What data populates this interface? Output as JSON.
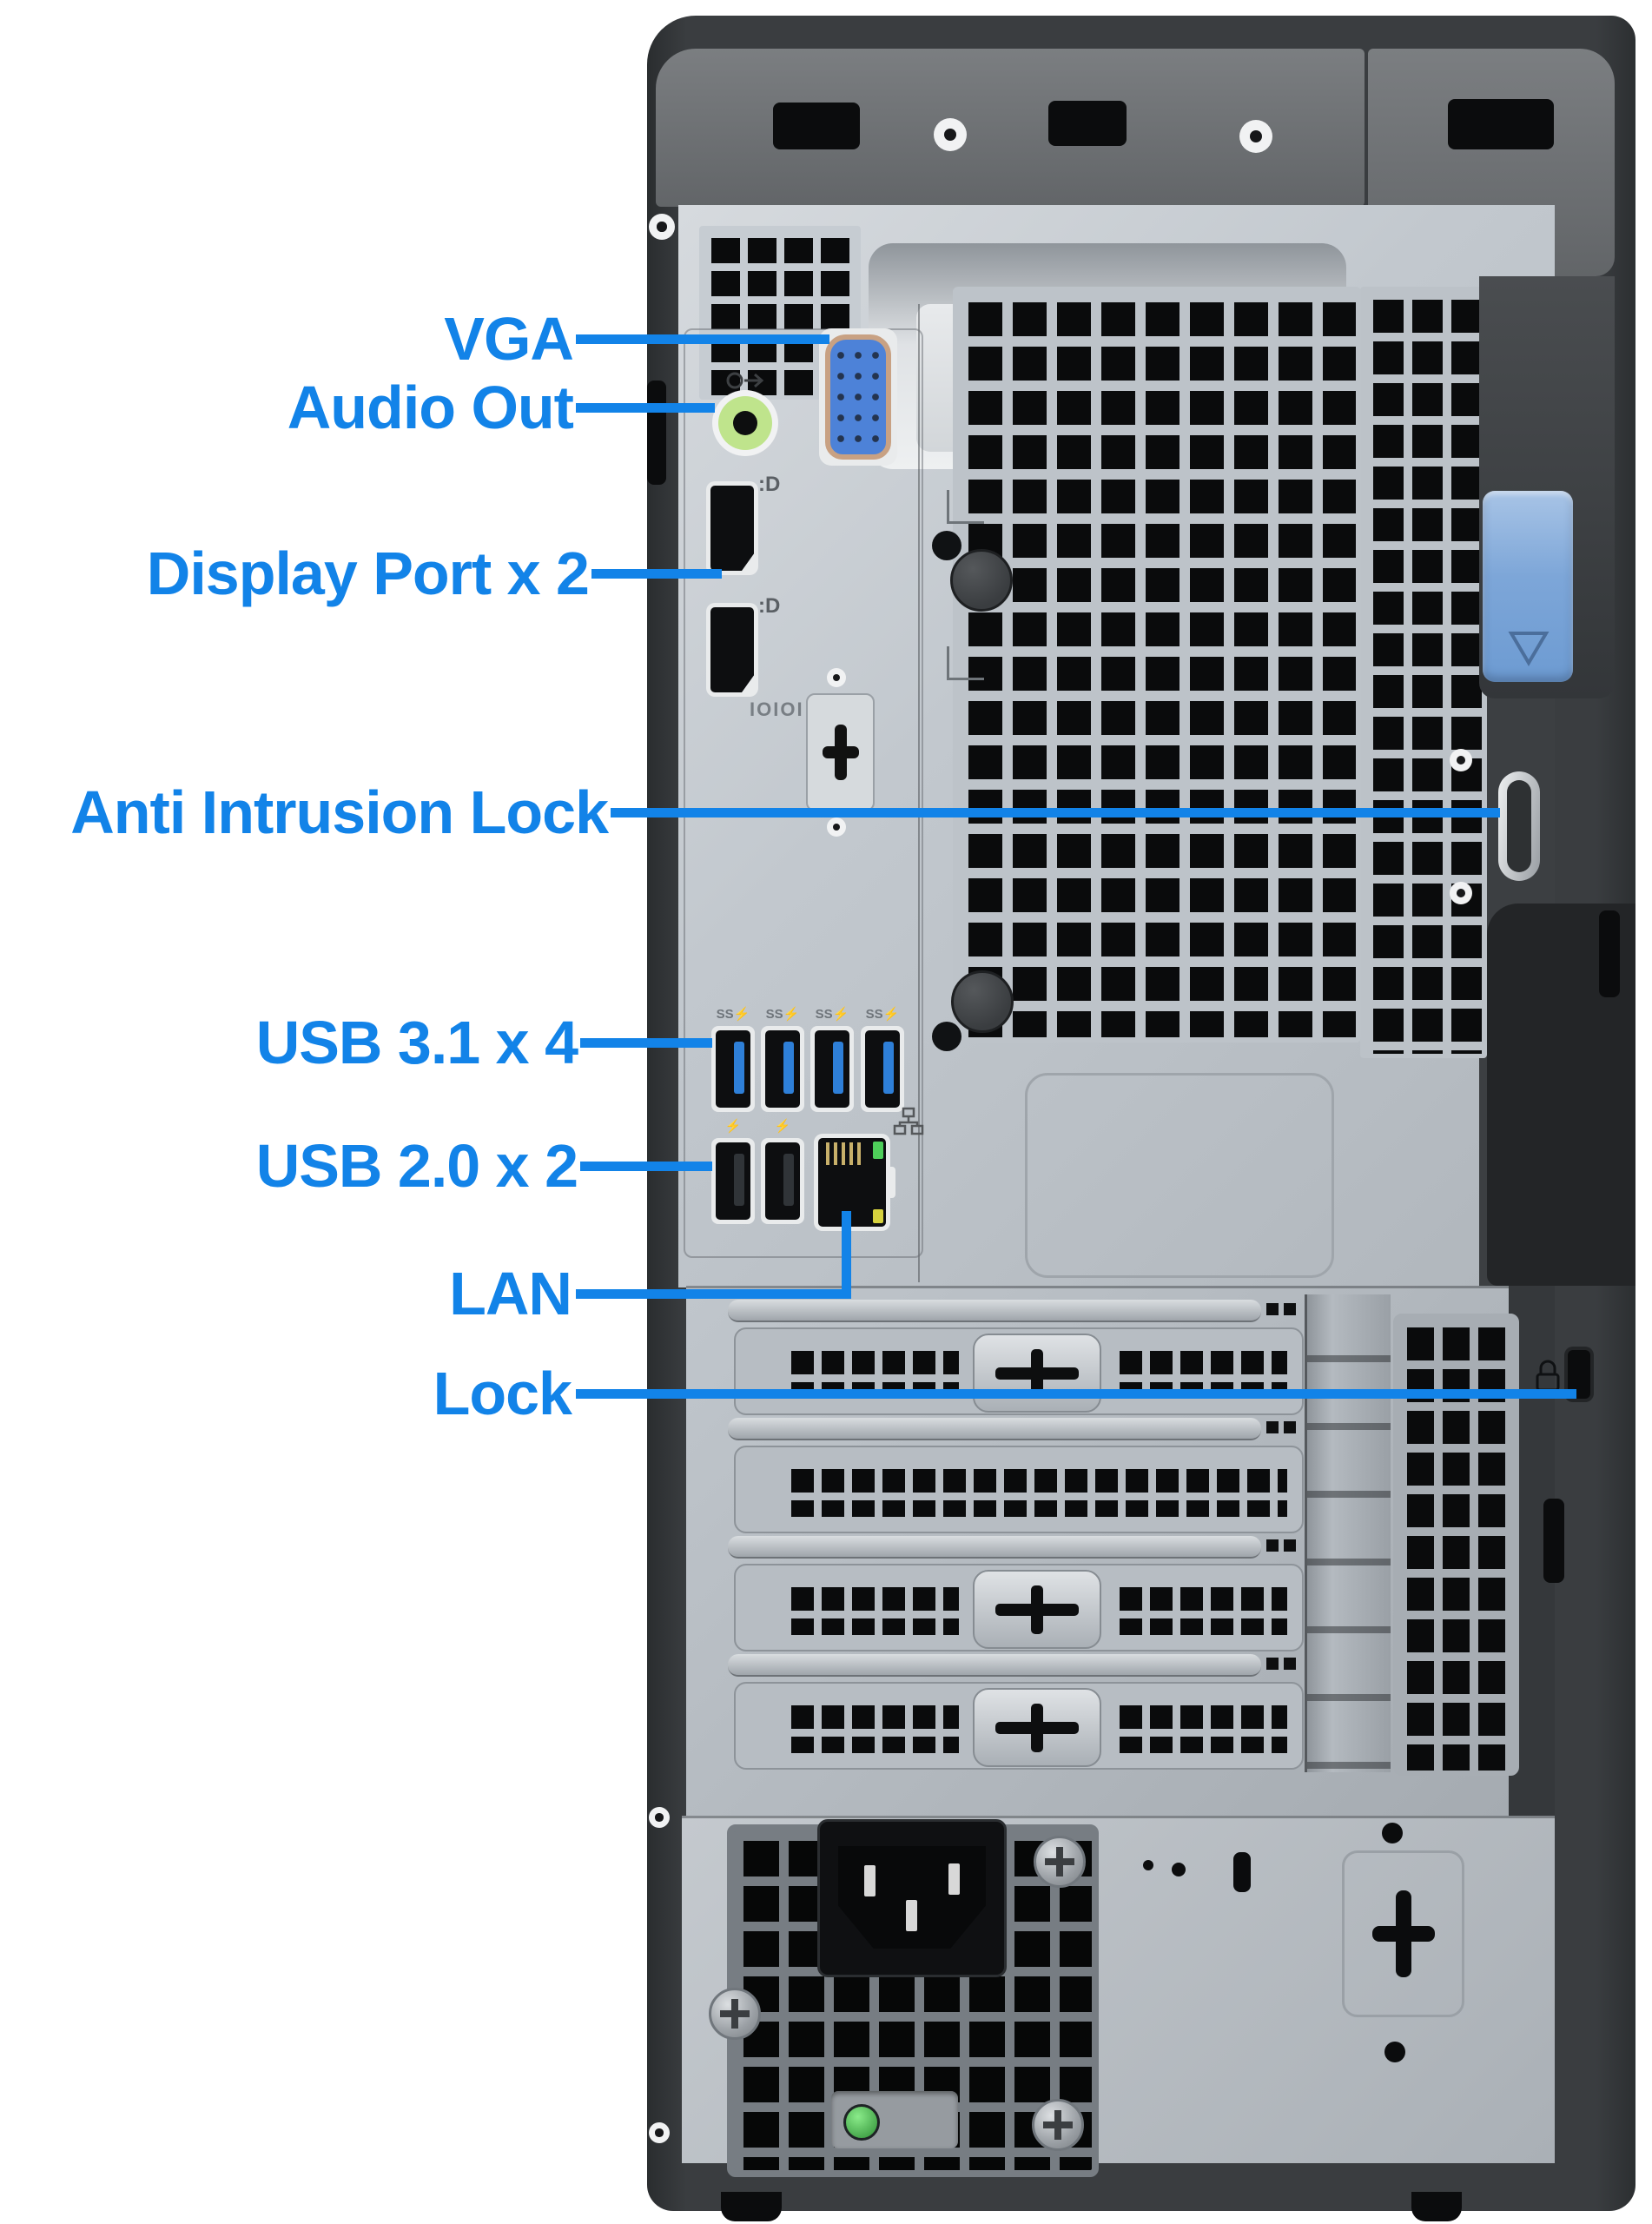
{
  "figure": {
    "subject": "Desktop tower PC rear panel port callout diagram",
    "background": "#ffffff",
    "accent": "#1283e8"
  },
  "callouts": [
    {
      "id": "vga",
      "text": "VGA"
    },
    {
      "id": "audio-out",
      "text": "Audio Out"
    },
    {
      "id": "display-port",
      "text": "Display Port x 2"
    },
    {
      "id": "anti-intrusion-lock",
      "text": "Anti Intrusion Lock"
    },
    {
      "id": "usb31",
      "text": "USB 3.1 x 4"
    },
    {
      "id": "usb20",
      "text": "USB 2.0 x 2"
    },
    {
      "id": "lan",
      "text": "LAN"
    },
    {
      "id": "lock",
      "text": "Lock"
    }
  ],
  "markings": {
    "serial_label": "IOIOI",
    "displayport_icon": ":D",
    "usb3_icon": "SS⚡",
    "usb2_icon": "⚡"
  },
  "colors": {
    "label_blue": "#1283e8",
    "latch_blue": "#7da6d8",
    "vga_blue": "#4d82d8",
    "audio_green": "#bfe48c",
    "usb3_blue": "#2e7fd8",
    "power_led_green": "#5dc95d",
    "lan_led_green": "#4ecf5a",
    "lan_led_amber": "#d6d23e"
  }
}
